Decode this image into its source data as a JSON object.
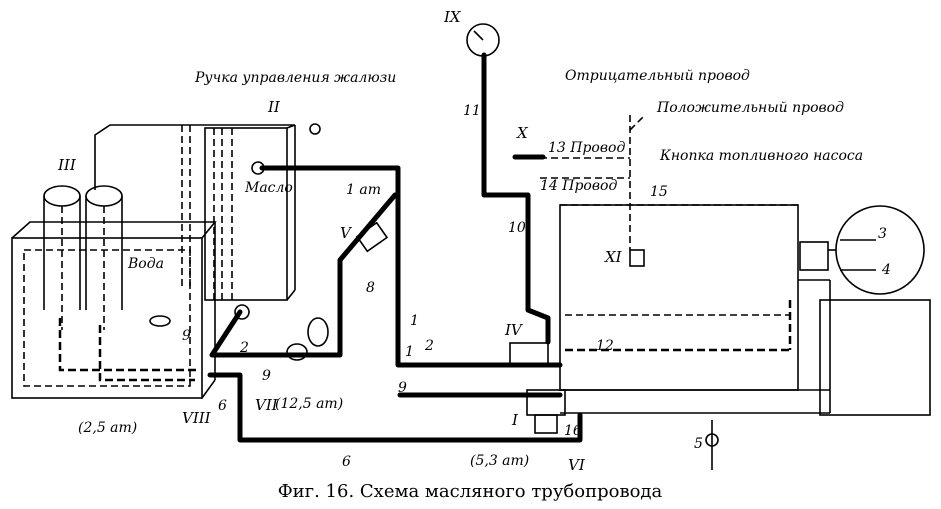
{
  "caption": "Фиг. 16. Схема масляного трубопровода",
  "labels": {
    "lever": "Ручка управления жалюзи",
    "neg_wire": "Отрицательный провод",
    "pos_wire": "Положительный провод",
    "fuel_button": "Кнопка топливного насоса",
    "water": "Вода",
    "oil": "Масло",
    "wire13": "13 Провод",
    "wire14": "14 Провод",
    "p1": "1 am",
    "p25": "(2,5 am)",
    "p125": "(12,5 am)",
    "p53": "(5,3 am)"
  },
  "roman": {
    "I": "I",
    "II": "II",
    "III": "III",
    "IV": "IV",
    "V": "V",
    "VI": "VI",
    "VII": "VII",
    "VIII": "VIII",
    "IX": "IX",
    "X": "X",
    "XI": "XI"
  },
  "numbers": {
    "n1a": "1",
    "n1b": "1",
    "n2a": "2",
    "n2b": "2",
    "n3": "3",
    "n4": "4",
    "n5": "5",
    "n6a": "6",
    "n6b": "6",
    "n8": "8",
    "n9a": "9",
    "n9b": "9",
    "n9c": "9",
    "n10": "10",
    "n11": "11",
    "n12": "12",
    "n15": "15",
    "n16": "16"
  }
}
